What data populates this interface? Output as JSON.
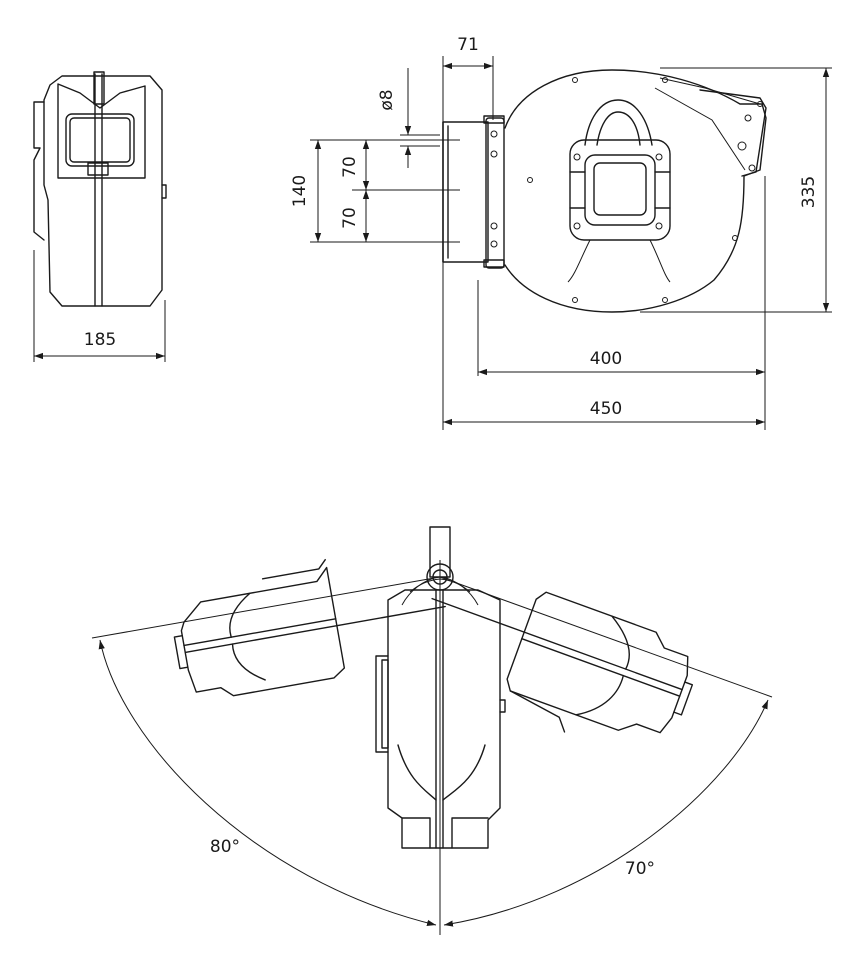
{
  "dimensions": {
    "depth_side": "185",
    "mount_offset": "71",
    "hole_diameter": "ø8",
    "hole_spacing_total": "140",
    "hole_spacing_upper": "70",
    "hole_spacing_lower": "70",
    "height": "335",
    "body_width": "400",
    "overall_width": "450"
  },
  "swivel": {
    "left_angle": "80°",
    "right_angle": "70°"
  }
}
